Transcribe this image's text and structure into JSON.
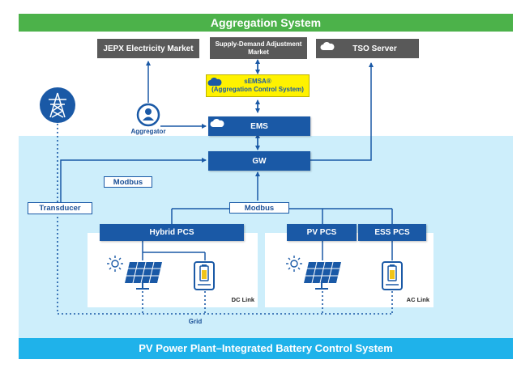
{
  "top_banner": "Aggregation System",
  "bottom_banner": "PV Power Plant–Integrated Battery Control System",
  "nodes": {
    "jepx": "JEPX Electricity Market",
    "supply_demand_line1": "Supply-Demand Adjustment",
    "supply_demand_line2": "Market",
    "tso": "TSO Server",
    "semsa_line1": "sEMSA®",
    "semsa_line2": "(Aggregation Control System)",
    "aggregator": "Aggregator",
    "ems": "EMS",
    "gw": "GW",
    "modbus_left": "Modbus",
    "modbus_center": "Modbus",
    "transducer": "Transducer",
    "hybrid_pcs": "Hybrid PCS",
    "pv_pcs": "PV PCS",
    "ess_pcs": "ESS PCS",
    "dc_link": "DC Link",
    "ac_link": "AC Link",
    "grid": "Grid"
  },
  "colors": {
    "aggregation_green": "#4cb24a",
    "plant_blue": "#1fb2ea",
    "zone_light_blue": "#cdeefb",
    "node_dark_blue": "#1a59a6",
    "market_gray": "#595959",
    "semsa_yellow": "#fff200"
  },
  "icons": [
    "cloud-icon",
    "person-icon",
    "transmission-tower-icon",
    "sun-icon",
    "solar-panel-icon",
    "battery-icon"
  ]
}
